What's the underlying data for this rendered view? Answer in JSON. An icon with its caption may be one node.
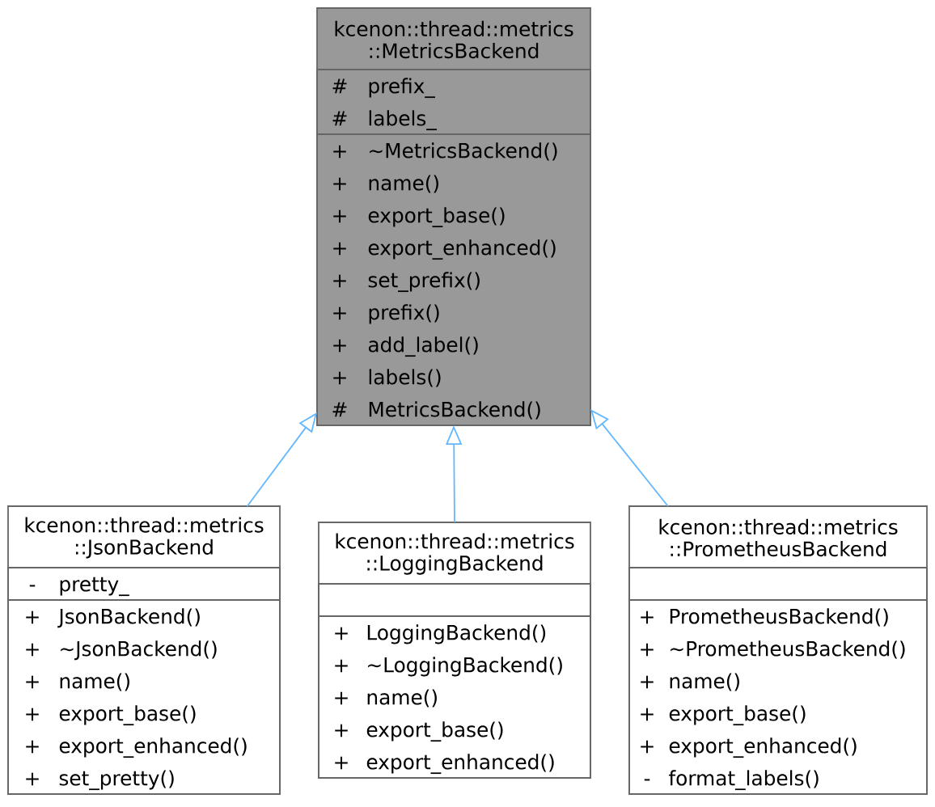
{
  "diagram": {
    "nodes": [
      {
        "text": [
          "kcenon::thread::metrics ::MetricsBackend"
        ]
      },
      {
        "text": [
          "#",
          "prefix_",
          "#",
          "labels_"
        ],
        "in": 0
      },
      {
        "text": [
          "+",
          "~MetricsBackend()",
          "+",
          "name()",
          "+",
          "export_base()",
          "+",
          "export_enhanced()",
          "+",
          "set_prefix()",
          "+",
          "prefix()",
          "+",
          "add_label()",
          "+",
          "labels()",
          "#",
          "MetricsBackend()"
        ],
        "in": 0
      },
      {
        "text": [
          "kcenon::thread::metrics ::JsonBackend"
        ]
      },
      {
        "text": [
          "-",
          "pretty_"
        ],
        "in": 3
      },
      {
        "text": [
          "+",
          "JsonBackend()",
          "+",
          "~JsonBackend()",
          "+",
          "name()",
          "+",
          "export_base()",
          "+",
          "export_enhanced()",
          "+",
          "set_pretty()"
        ],
        "in": 3
      },
      {
        "text": [
          "kcenon::thread::metrics ::LoggingBackend"
        ]
      },
      {
        "text": [],
        "shape": "box",
        "in": 6
      },
      {
        "text": [
          "+",
          "LoggingBackend()",
          "+",
          "~LoggingBackend()",
          "+",
          "name()",
          "+",
          "export_base()",
          "+",
          "export_enhanced()"
        ],
        "in": 6
      },
      {
        "text": [
          "kcenon::thread::metrics ::PrometheusBackend"
        ]
      },
      {
        "text": [],
        "shape": "box",
        "in": 9
      },
      {
        "text": [
          "+",
          "PrometheusBackend()",
          "+",
          "~PrometheusBackend()",
          "+",
          "name()",
          "+",
          "export_base()",
          "+",
          "export_enhanced()",
          "-",
          "format_labels()"
        ],
        "in": 9
      }
    ],
    "edges": [
      {
        "from": 3,
        "to": 0,
        "arrow": "to"
      },
      {
        "from": 6,
        "to": 0,
        "arrow": "to"
      },
      {
        "from": 9,
        "to": 0,
        "arrow": "to"
      }
    ]
  }
}
